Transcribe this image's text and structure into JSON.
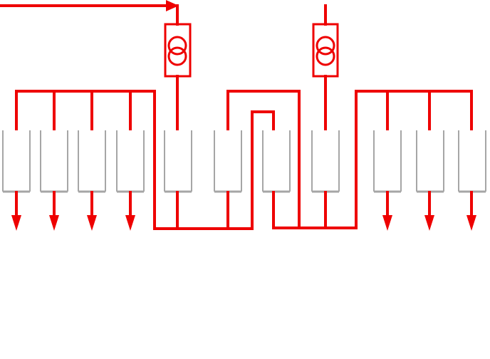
{
  "colors": {
    "wire": "#ee0000",
    "cell": "#a6a6a6",
    "background": "#ffffff"
  },
  "icons": {
    "transformer": "transformer-icon",
    "arrow": "arrow-down-icon"
  },
  "diagram": {
    "transformers": 2,
    "cells": 11,
    "outgoing_feeders": 7
  }
}
